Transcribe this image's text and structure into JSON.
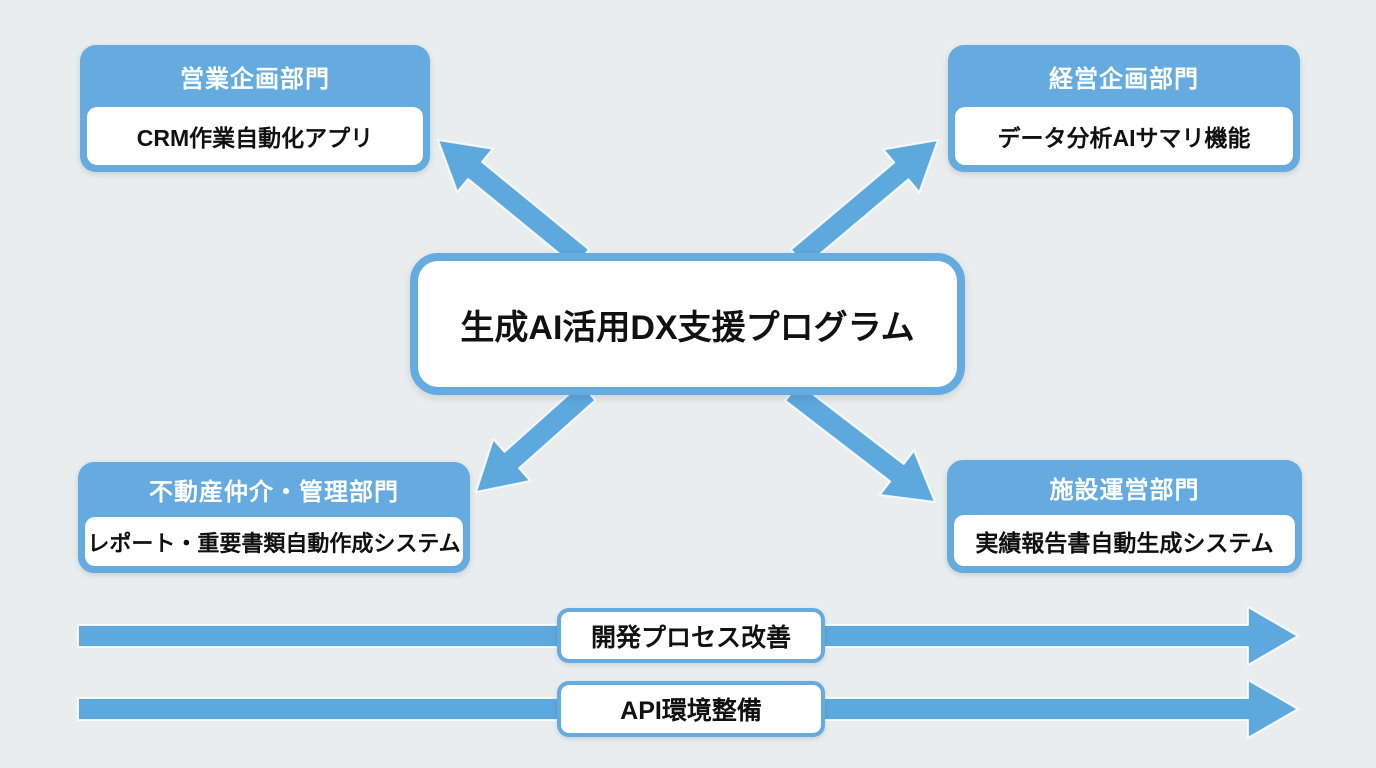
{
  "title": "生成AI活用DX支援プログラム",
  "colors": {
    "accent": "#65abdf",
    "arrow": "#5da8dc",
    "background": "#e9edee",
    "header_text": "#ffffff",
    "body_text": "#111111"
  },
  "center_box": {
    "label": "生成AI活用DX支援プログラム"
  },
  "departments": [
    {
      "id": "top-left",
      "name": "営業企画部門",
      "solution": "CRM作業自動化アプリ"
    },
    {
      "id": "top-right",
      "name": "経営企画部門",
      "solution": "データ分析AIサマリ機能"
    },
    {
      "id": "bottom-left",
      "name": "不動産仲介・管理部門",
      "solution": "レポート・重要書類自動作成システム"
    },
    {
      "id": "bottom-right",
      "name": "施設運営部門",
      "solution": "実績報告書自動生成システム"
    }
  ],
  "foundation_arrows": [
    {
      "label": "開発プロセス改善"
    },
    {
      "label": "API環境整備"
    }
  ]
}
